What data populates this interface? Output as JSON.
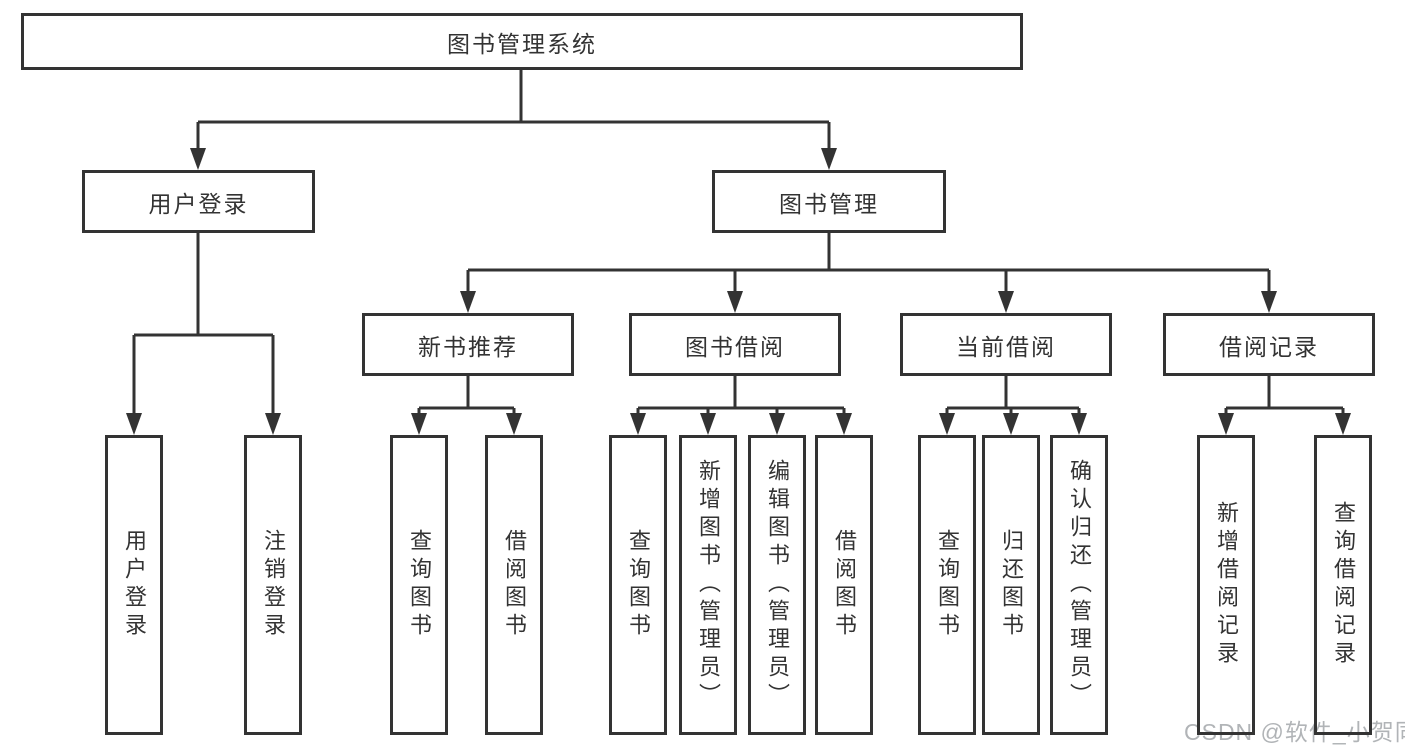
{
  "colors": {
    "line": "#333333",
    "text": "#333333",
    "background": "#ffffff",
    "watermark": "#b1b4b7"
  },
  "watermark": {
    "text": "CSDN @软件_小贺同学"
  },
  "tree": {
    "root": {
      "label": "图书管理系统"
    },
    "user_login": {
      "label": "用户登录",
      "leaves": [
        {
          "label": "用户登录"
        },
        {
          "label": "注销登录"
        }
      ]
    },
    "book_mgmt": {
      "label": "图书管理",
      "groups": [
        {
          "label": "新书推荐",
          "leaves": [
            {
              "label": "查询图书"
            },
            {
              "label": "借阅图书"
            }
          ]
        },
        {
          "label": "图书借阅",
          "leaves": [
            {
              "label": "查询图书"
            },
            {
              "label": "新增图书（管理员）"
            },
            {
              "label": "编辑图书（管理员）"
            },
            {
              "label": "借阅图书"
            }
          ]
        },
        {
          "label": "当前借阅",
          "leaves": [
            {
              "label": "查询图书"
            },
            {
              "label": "归还图书"
            },
            {
              "label": "确认归还（管理员）"
            }
          ]
        },
        {
          "label": "借阅记录",
          "leaves": [
            {
              "label": "新增借阅记录"
            },
            {
              "label": "查询借阅记录"
            }
          ]
        }
      ]
    }
  }
}
